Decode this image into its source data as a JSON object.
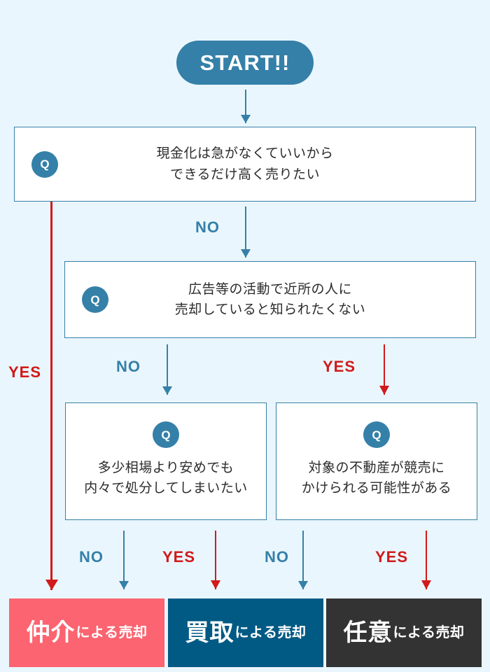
{
  "background_color": "#eaf6fd",
  "colors": {
    "accent_blue": "#3580a8",
    "yes_red": "#d11a1a",
    "result_pink": "#fb6470",
    "result_blue": "#005a84",
    "result_dark": "#333333"
  },
  "start": {
    "label": "START!!"
  },
  "badge": {
    "label": "Q"
  },
  "questions": [
    {
      "id": "q1",
      "badge": "Q",
      "text": "現金化は急がなくていいから\nできるだけ高く売りたい"
    },
    {
      "id": "q2",
      "badge": "Q",
      "text": "広告等の活動で近所の人に\n売却していると知られたくない"
    },
    {
      "id": "q3",
      "badge": "Q",
      "text": "多少相場より安めでも\n内々で処分してしまいたい"
    },
    {
      "id": "q4",
      "badge": "Q",
      "text": "対象の不動産が競売に\nかけられる可能性がある"
    }
  ],
  "branches": {
    "q1_yes": "YES",
    "q1_no": "NO",
    "q2_no": "NO",
    "q2_yes": "YES",
    "q3_no": "NO",
    "q3_yes": "YES",
    "q4_no": "NO",
    "q4_yes": "YES"
  },
  "results": [
    {
      "id": "r1",
      "emphasis": "仲介",
      "suffix": "による売却",
      "color": "#fb6470"
    },
    {
      "id": "r2",
      "emphasis": "買取",
      "suffix": "による売却",
      "color": "#005a84"
    },
    {
      "id": "r3",
      "emphasis": "任意",
      "suffix": "による売却",
      "color": "#333333"
    }
  ]
}
